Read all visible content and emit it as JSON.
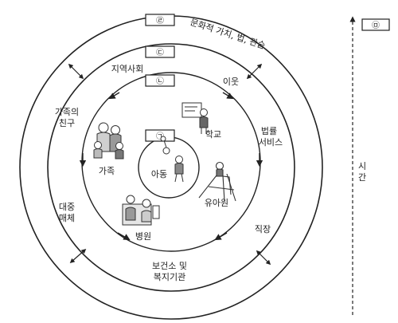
{
  "levels": {
    "ring1": "㉠",
    "ring2": "㉡",
    "ring3": "㉢",
    "ring4": "㉣",
    "time_box": "㉤"
  },
  "labels": {
    "child": "아동",
    "family": "가족",
    "school": "학교",
    "daycare": "유아원",
    "hospital": "병원",
    "relatives_1": "가족의",
    "relatives_2": "친구",
    "neighbors": "이웃",
    "community": "지역사회",
    "legal_1": "법률",
    "legal_2": "서비스",
    "mass_media_1": "대중",
    "mass_media_2": "매체",
    "workplace": "직장",
    "health_1": "보건소 및",
    "health_2": "복지기관",
    "culture": "문화적 가치, 법, 관습",
    "time_1": "시",
    "time_2": "간"
  }
}
